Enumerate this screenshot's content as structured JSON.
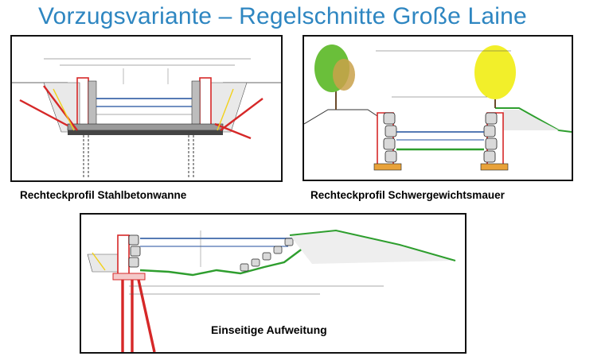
{
  "slide": {
    "title": "Vorzugsvariante – Regelschnitte Große Laine"
  },
  "sections": [
    {
      "caption": "Rechteckprofil Stahlbetonwanne"
    },
    {
      "caption": "Rechteckprofil Schwergewichtsmauer"
    },
    {
      "caption": "Einseitige Aufweitung"
    }
  ],
  "colors": {
    "title": "#2e86c1",
    "wall_red": "#d62828",
    "water_blue": "#1f4e9c",
    "grass_green": "#2e9e2e",
    "foundation_orange": "#e8a23a",
    "tree_green": "#6abf3a",
    "tree_yellow": "#f2ef2a"
  }
}
